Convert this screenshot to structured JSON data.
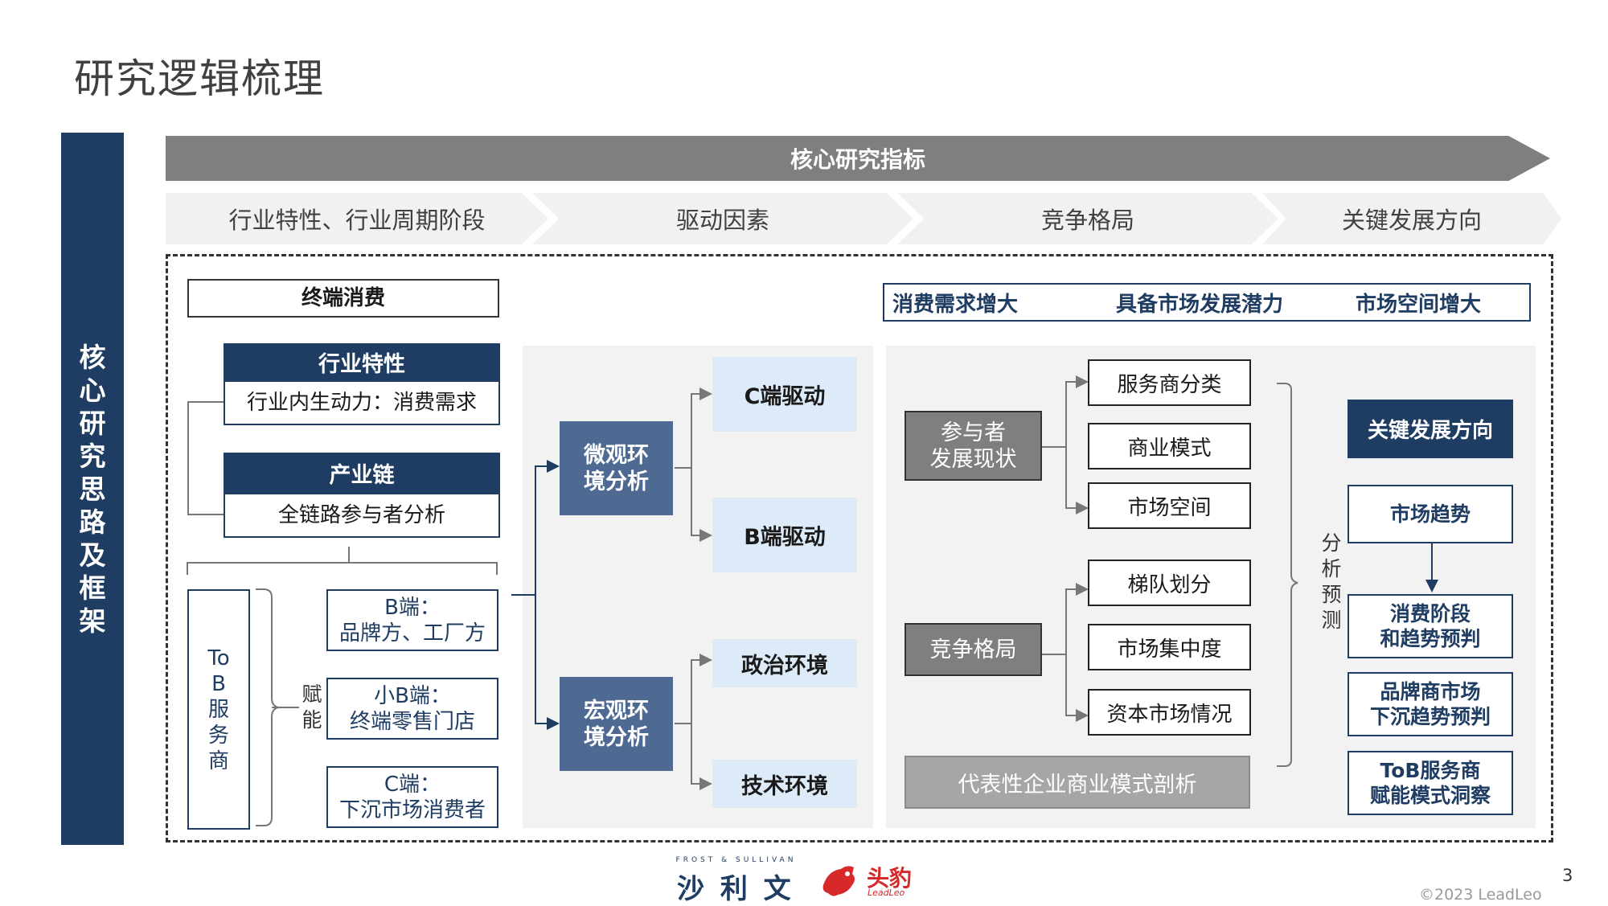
{
  "title": "研究逻辑梳理",
  "sidebar": "核心研究思路及框架",
  "banner": "核心研究指标",
  "columns": [
    "行业特性、行业周期阶段",
    "驱动因素",
    "竞争格局",
    "关键发展方向"
  ],
  "left": {
    "terminal": "终端消费",
    "industry_head": "行业特性",
    "industry_body": "行业内生动力：消费需求",
    "chain_head": "产业链",
    "chain_body": "全链路参与者分析",
    "tob": "To B 服务商",
    "empower": "赋能",
    "b_end": "B端：\n品牌方、工厂方",
    "small_b": "小B端：\n终端零售门店",
    "c_end": "C端：\n下沉市场消费者"
  },
  "drivers": {
    "micro": "微观环\n境分析",
    "macro": "宏观环\n境分析",
    "c_drive": "C端驱动",
    "b_drive": "B端驱动",
    "politics": "政治环境",
    "tech": "技术环境"
  },
  "flow": {
    "step1": "消费需求增大",
    "step2": "具备市场发展潜力",
    "step3": "市场空间增大"
  },
  "competition": {
    "participants": "参与者\n发展现状",
    "landscape": "竞争格局",
    "items_a": [
      "服务商分类",
      "商业模式",
      "市场空间"
    ],
    "items_b": [
      "梯队划分",
      "市场集中度",
      "资本市场情况"
    ],
    "case": "代表性企业商业模式剖析"
  },
  "analysis_label": "分析预测",
  "direction": {
    "head": "关键发展方向",
    "trend": "市场趋势",
    "items": [
      "消费阶段\n和趋势预判",
      "品牌商市场\n下沉趋势预判",
      "ToB服务商\n赋能模式洞察"
    ]
  },
  "footer": {
    "logo1_small": "FROST & SULLIVAN",
    "logo1": "沙 利 文",
    "logo2": "头豹",
    "logo2_small": "LeadLeo",
    "page": "3",
    "copyright": "©2023 LeadLeo"
  },
  "colors": {
    "navy": "#1f3d63",
    "mid_blue": "#4f6a92",
    "light_blue": "#ddeaf7",
    "gray": "#7f7f7f",
    "red": "#d7282a"
  }
}
